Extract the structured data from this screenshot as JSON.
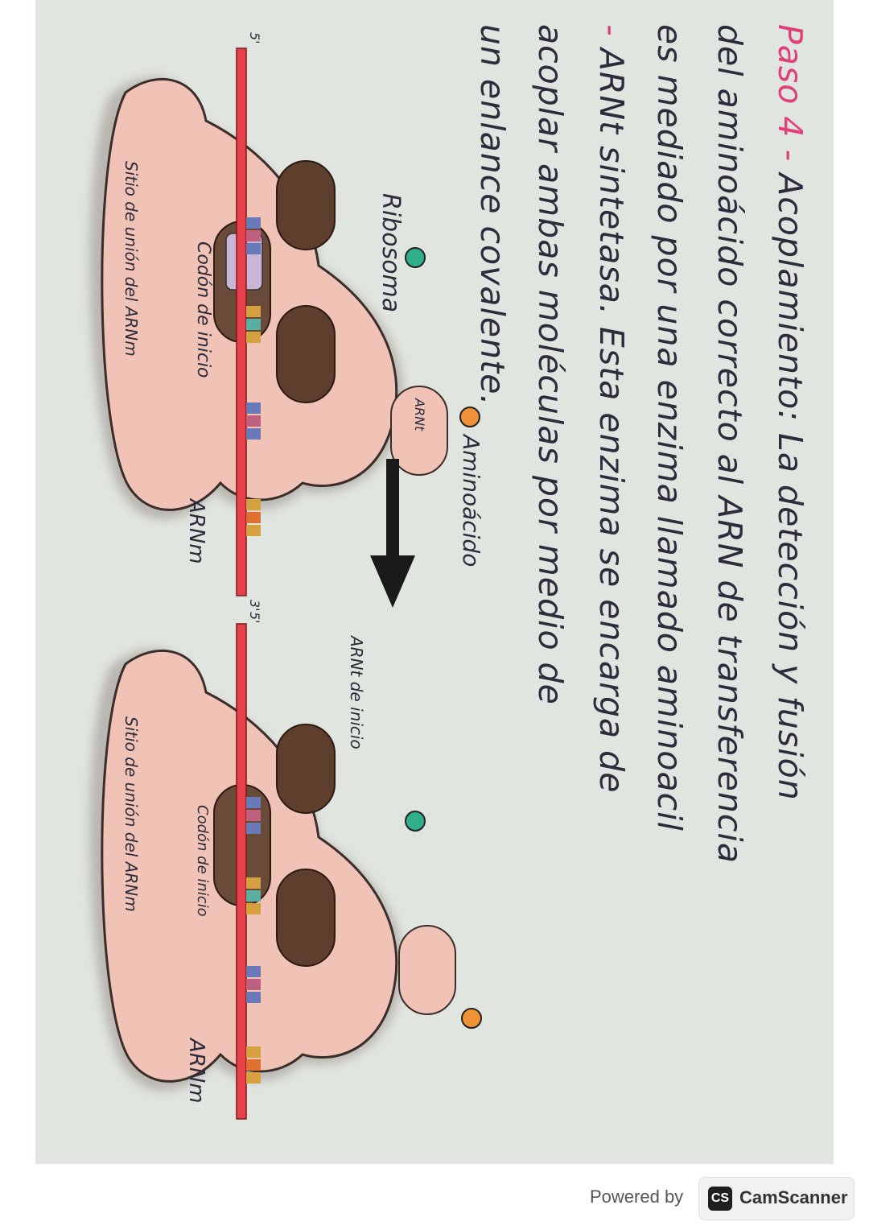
{
  "note": {
    "lines": [
      {
        "highlight": "Paso 4 - ",
        "text": "Acoplamiento: La detección y fusión"
      },
      {
        "highlight": "",
        "text": "del aminoácido correcto al ARN de transferencia"
      },
      {
        "highlight": "",
        "text": "es mediado por una enzima llamado aminoacil"
      },
      {
        "highlight": "- ",
        "text": "ARNt sintetasa. Esta enzima se encarga de"
      },
      {
        "highlight": "",
        "text": "acoplar ambas moléculas por medio de"
      },
      {
        "highlight": "",
        "text": "un enlance covalente."
      }
    ]
  },
  "diagram": {
    "left": {
      "ribosome": "Ribosoma",
      "amino_acid": "Aminoácido",
      "trna": "ARNt",
      "start_codon": "Codón de inicio",
      "binding_site": "Sitio de unión del ARNm",
      "mrna": "ARNm",
      "five_prime": "5'",
      "three_prime": "3'"
    },
    "right": {
      "trna_start": "ARNt de inicio",
      "start_codon": "Codón de inicio",
      "binding_site": "Sitio de unión del ARNm",
      "mrna": "ARNm",
      "five_prime": "5'"
    },
    "colors": {
      "ribosome": "#f1c2b6",
      "subunit": "#5e3f2e",
      "mrna": "#e8404b",
      "amino_green": "#2fb08a",
      "amino_orange": "#ee9137",
      "arrow": "#1a1a1a"
    }
  },
  "footer": {
    "powered_by": "Powered by",
    "brand_logo": "CS",
    "brand_name": "CamScanner"
  }
}
